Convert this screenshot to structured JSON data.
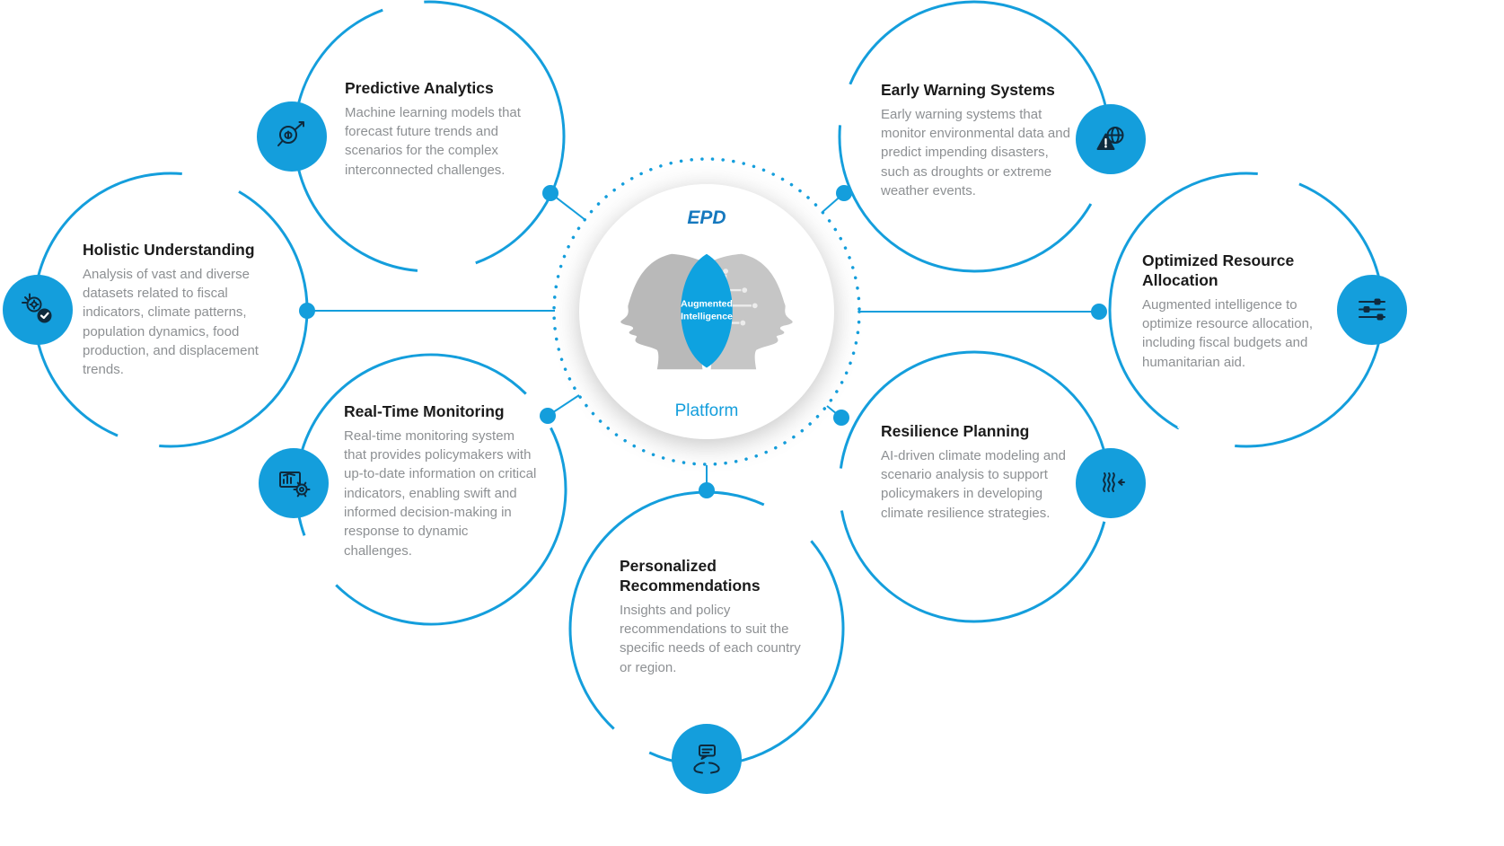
{
  "center": {
    "name": "EPD",
    "subtitle": "Platform",
    "core": "Augmented Intelligence"
  },
  "features": [
    {
      "id": "predictive-analytics",
      "title": "Predictive Analytics",
      "description": "Machine learning models that forecast future trends and scenarios for the complex interconnected challenges.",
      "icon": "brain-magnifier-trend-icon"
    },
    {
      "id": "early-warning-systems",
      "title": "Early Warning Systems",
      "description": "Early warning systems that monitor environmental data and predict impending disasters, such as droughts or extreme weather events.",
      "icon": "globe-alert-icon"
    },
    {
      "id": "holistic-understanding",
      "title": "Holistic Understanding",
      "description": "Analysis of vast and diverse datasets related to fiscal indicators, climate patterns, population dynamics, food production, and displacement trends.",
      "icon": "mind-gear-check-icon"
    },
    {
      "id": "optimized-resource-allocation",
      "title": "Optimized Resource Allocation",
      "description": "Augmented intelligence to optimize resource allocation, including fiscal budgets and humanitarian aid.",
      "icon": "sliders-icon"
    },
    {
      "id": "real-time-monitoring",
      "title": "Real-Time Monitoring",
      "description": "Real-time monitoring system that provides policymakers with up-to-date information on critical indicators, enabling swift and informed decision-making in response to dynamic challenges.",
      "icon": "dashboard-gear-icon"
    },
    {
      "id": "resilience-planning",
      "title": "Resilience Planning",
      "description": "AI-driven climate modeling and scenario analysis to support policymakers in developing climate resilience strategies.",
      "icon": "barrier-arrow-icon"
    },
    {
      "id": "personalized-recommendations",
      "title": "Personalized Recommendations",
      "description": "Insights and policy recommendations to suit the specific needs of each country or region.",
      "icon": "hands-message-icon"
    }
  ],
  "colors": {
    "accent": "#149EDC",
    "title_text": "#1b1b1b",
    "body_text": "#8d9093",
    "head_gray": "#bcbcbc",
    "epd_blue": "#1578be"
  }
}
